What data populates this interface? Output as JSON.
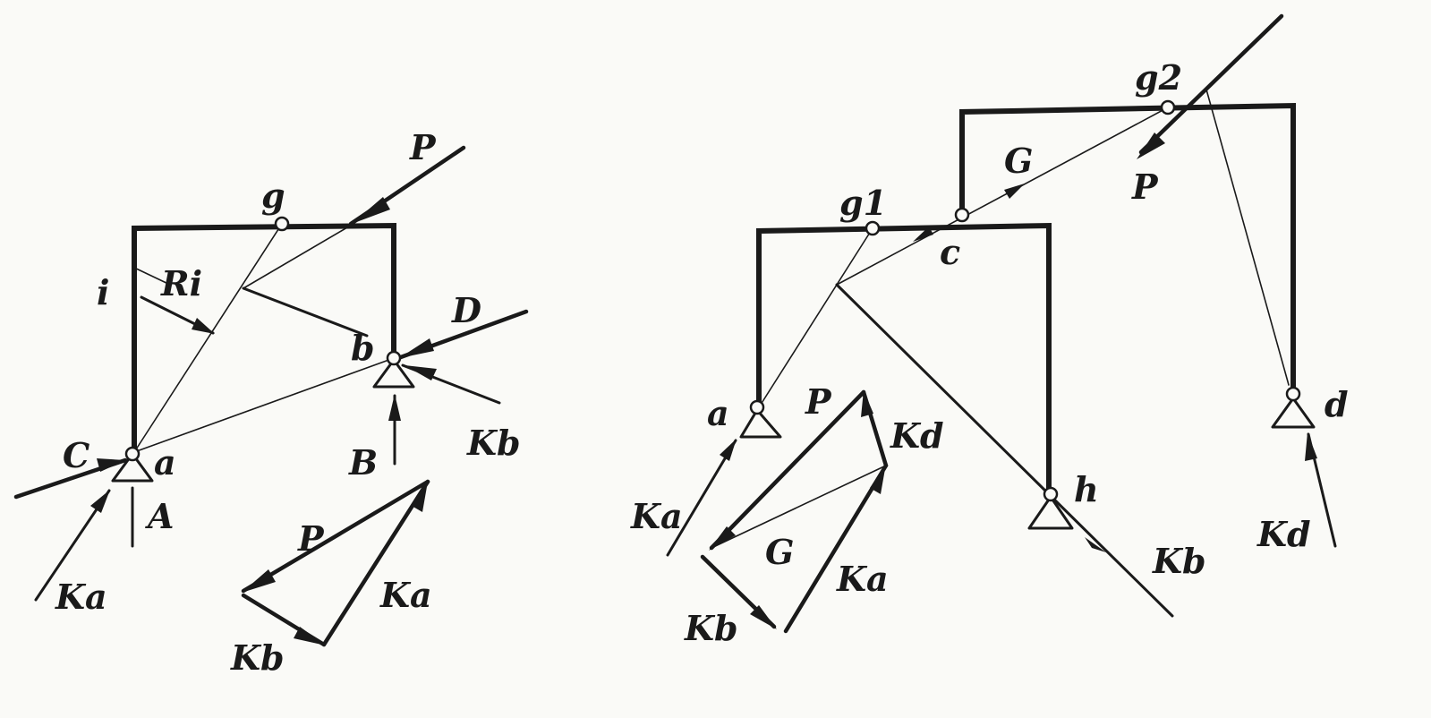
{
  "left_figure": {
    "labels": {
      "g": "g",
      "P": "P",
      "i": "i",
      "Ri": "Ri",
      "D": "D",
      "b": "b",
      "C": "C",
      "a": "a",
      "A": "A",
      "B": "B",
      "Kb": "Kb",
      "Ka": "Ka"
    },
    "force_triangle": {
      "P": "P",
      "Ka": "Ka",
      "Kb": "Kb"
    }
  },
  "right_figure": {
    "labels": {
      "g2": "g2",
      "G": "G",
      "P": "P",
      "g1": "g1",
      "c": "c",
      "a": "a",
      "Ka": "Ka",
      "d": "d",
      "Kd": "Kd",
      "h": "h",
      "Kb": "Kb"
    },
    "force_polygon": {
      "P": "P",
      "Kd": "Kd",
      "G": "G",
      "Ka": "Ka",
      "Kb": "Kb"
    }
  }
}
